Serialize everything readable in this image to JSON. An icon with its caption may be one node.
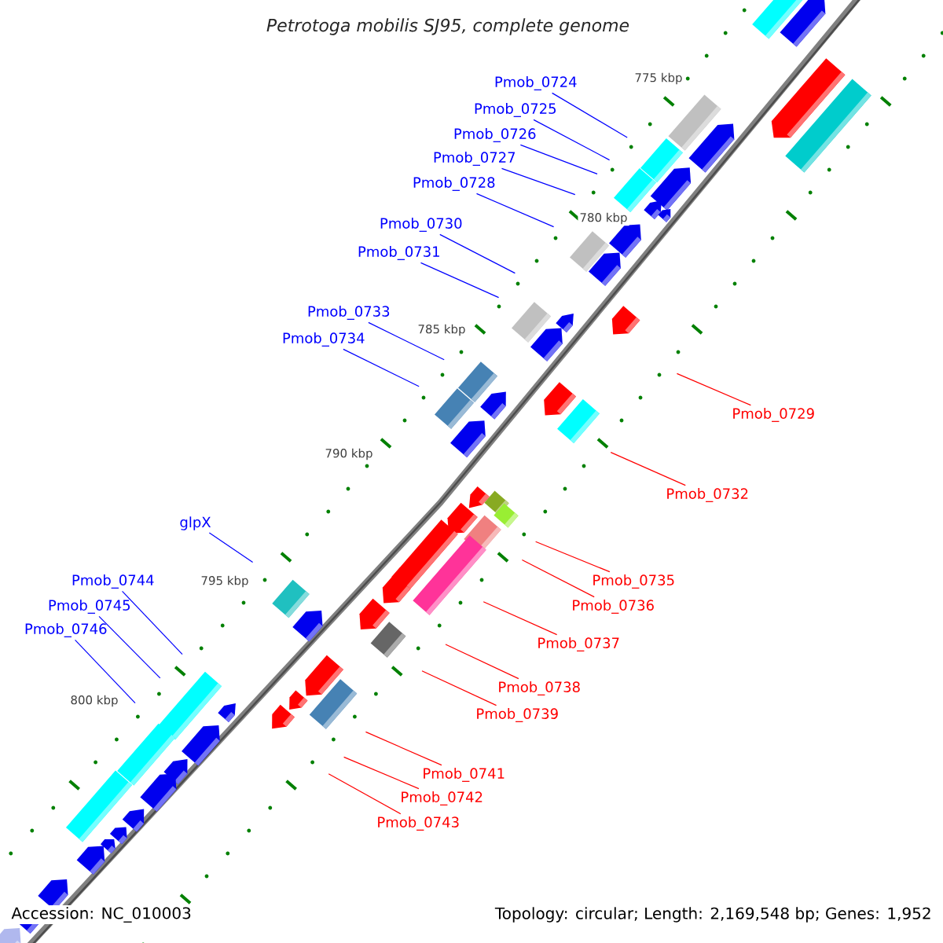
{
  "diagram": {
    "title": "*Petrotoga mobilis SJ95, complete genome*",
    "nodes": [
      {
        "text": [
          "Pmob_0724"
        ]
      },
      {
        "text": [
          "Pmob_0725"
        ]
      },
      {
        "text": [
          "Pmob_0726"
        ]
      },
      {
        "text": [
          "Pmob_0727"
        ]
      },
      {
        "text": [
          "Pmob_0728"
        ]
      },
      {
        "text": [
          "Pmob_0730"
        ]
      },
      {
        "text": [
          "Pmob_0731"
        ]
      },
      {
        "text": [
          "Pmob_0733"
        ]
      },
      {
        "text": [
          "Pmob_0734"
        ]
      },
      {
        "text": [
          "Pmob_0729"
        ]
      },
      {
        "text": [
          "Pmob_0732"
        ]
      },
      {
        "text": [
          "glpX"
        ]
      },
      {
        "text": [
          "Pmob_0744"
        ]
      },
      {
        "text": [
          "Pmob_0735"
        ]
      },
      {
        "text": [
          "Pmob_0736"
        ]
      },
      {
        "text": [
          "Pmob_0745"
        ]
      },
      {
        "text": [
          "Pmob_0746"
        ]
      },
      {
        "text": [
          "Pmob_0737"
        ]
      },
      {
        "text": [
          "Pmob_0738"
        ]
      },
      {
        "text": [
          "Pmob_0739"
        ]
      },
      {
        "text": [
          "Pmob_0741"
        ]
      },
      {
        "text": [
          "Pmob_0742"
        ]
      },
      {
        "text": [
          "Pmob_0743"
        ]
      }
    ],
    "edges": [
      {
        "from": 0,
        "to": null,
        "arrow": "none"
      },
      {
        "from": 1,
        "to": null,
        "arrow": "none"
      },
      {
        "from": 2,
        "to": null,
        "arrow": "none"
      },
      {
        "from": 3,
        "to": null,
        "arrow": "none"
      },
      {
        "from": 4,
        "to": null,
        "arrow": "none"
      },
      {
        "from": 5,
        "to": null,
        "arrow": "none"
      },
      {
        "from": 6,
        "to": null,
        "arrow": "none"
      },
      {
        "from": 7,
        "to": null,
        "arrow": "none"
      },
      {
        "from": 8,
        "to": null,
        "arrow": "none"
      },
      {
        "from": 9,
        "to": null,
        "arrow": "none",
        "color": "#ff0000"
      },
      {
        "from": 10,
        "to": null,
        "arrow": "none",
        "color": "#ff0000"
      },
      {
        "from": 11,
        "to": null,
        "arrow": "none"
      },
      {
        "from": 12,
        "to": null,
        "arrow": "none"
      },
      {
        "from": 13,
        "to": null,
        "arrow": "none",
        "color": "#ff0000"
      },
      {
        "from": 14,
        "to": null,
        "arrow": "none",
        "color": "#ff0000"
      },
      {
        "from": 15,
        "to": null,
        "arrow": "none"
      },
      {
        "from": 16,
        "to": null,
        "arrow": "none"
      },
      {
        "from": 17,
        "to": null,
        "arrow": "none",
        "color": "#ff0000"
      },
      {
        "from": 18,
        "to": null,
        "arrow": "none",
        "color": "#ff0000"
      },
      {
        "from": 19,
        "to": null,
        "arrow": "none",
        "color": "#ff0000"
      },
      {
        "from": 20,
        "to": null,
        "arrow": "none",
        "color": "#ff0000"
      },
      {
        "from": 21,
        "to": null,
        "arrow": "none",
        "color": "#ff0000"
      },
      {
        "from": 22,
        "to": null,
        "arrow": "none",
        "color": "#ff0000"
      }
    ],
    "labels": [
      "775 kbp",
      "780 kbp",
      "785 kbp",
      "790 kbp",
      "795 kbp",
      "800 kbp",
      "Accession: NC_010003",
      "Topology: circular; Length: 2,169,548 bp; Genes: 1,952"
    ]
  }
}
